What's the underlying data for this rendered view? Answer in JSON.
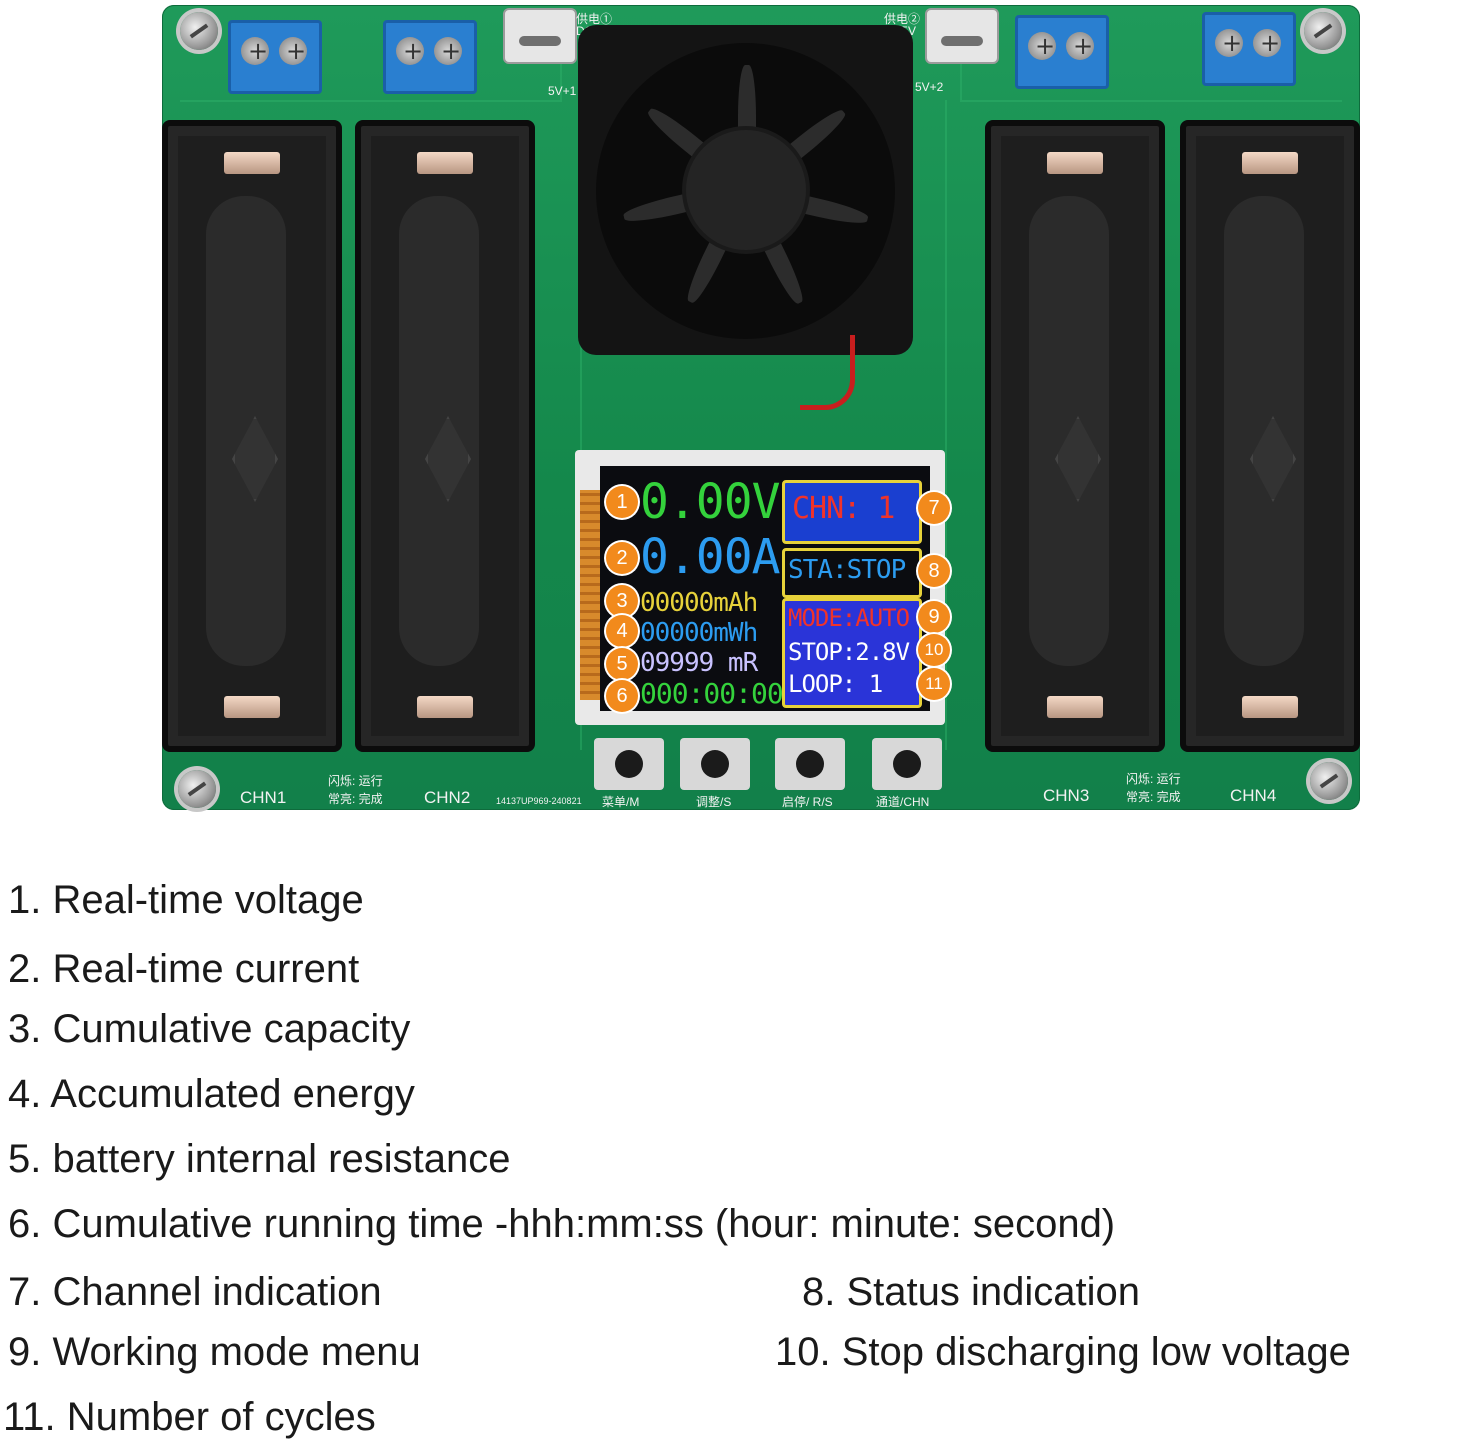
{
  "board": {
    "power1": "供电①",
    "power2": "供电②",
    "dc5v_1": "DC5V",
    "dc5v_2": "DC5V",
    "usb1": "5V+1",
    "usb2": "5V+2",
    "chn1": "CHN1",
    "chn2": "CHN2",
    "chn3": "CHN3",
    "chn4": "CHN4",
    "blink_left": "闪烁: 运行",
    "solid_left": "常亮: 完成",
    "blink_right": "闪烁: 运行",
    "solid_right": "常亮: 完成",
    "pcb_code": "14137UP969-240821",
    "btn_menu": "菜单/M",
    "btn_adjust": "调整/S",
    "btn_run": "启停/ R/S",
    "btn_channel": "通道/CHN"
  },
  "lcd": {
    "voltage": "0.00V",
    "current": "0.00A",
    "capacity": "00000mAh",
    "energy": "00000mWh",
    "resistance": "09999 mR",
    "time": "000:00:00",
    "channel": "CHN: 1",
    "status": "STA:STOP",
    "mode": "MODE:AUTO",
    "stop": "STOP:2.8V",
    "loop": "LOOP: 1"
  },
  "badges": [
    "1",
    "2",
    "3",
    "4",
    "5",
    "6",
    "7",
    "8",
    "9",
    "10",
    "11"
  ],
  "legend": [
    "1. Real-time voltage",
    "2. Real-time current",
    "3. Cumulative capacity",
    "4. Accumulated energy",
    "5. battery internal resistance",
    "6. Cumulative running time -hhh:mm:ss (hour: minute: second)",
    "7. Channel indication",
    "8. Status indication",
    "9. Working mode menu",
    "10. Stop discharging low voltage",
    "11. Number of cycles"
  ],
  "colors": {
    "pcb": "#1a8f52",
    "badge": "#f28a1c",
    "lcd_green": "#34d23c",
    "lcd_blue": "#2c9cf0",
    "lcd_yellow": "#e7d23a",
    "lcd_red": "#f0332a"
  }
}
